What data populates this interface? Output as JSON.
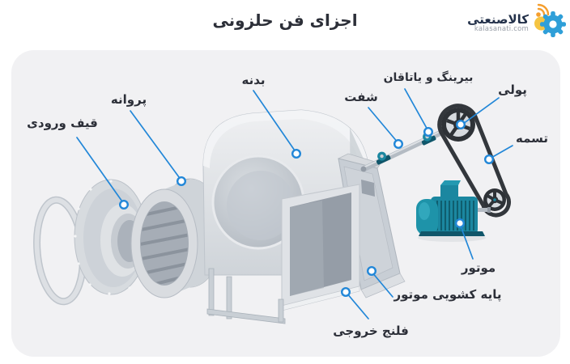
{
  "header": {
    "title": "اجزای فن حلزونی",
    "logo": {
      "brand": "کالاصنعتی",
      "domain": "kalasanati.com"
    }
  },
  "diagram": {
    "subject": "exploded view of a centrifugal (scroll) fan",
    "labels": [
      {
        "id": "inlet-funnel",
        "text": "قیف ورودی"
      },
      {
        "id": "impeller",
        "text": "پروانه"
      },
      {
        "id": "fan-body",
        "text": "بدنه"
      },
      {
        "id": "shaft",
        "text": "شفت"
      },
      {
        "id": "bearing",
        "text": "بیرینگ و یاتاقان"
      },
      {
        "id": "pulley",
        "text": "پولی"
      },
      {
        "id": "belt",
        "text": "تسمه"
      },
      {
        "id": "motor",
        "text": "موتور"
      },
      {
        "id": "motor-slide-base",
        "text": "پایه کشویی موتور"
      },
      {
        "id": "outlet-flange",
        "text": "فلنج خروجی"
      }
    ]
  },
  "colors": {
    "leader_blue": "#2287d8",
    "label_text": "#2c2f38",
    "card_bg": "#f1f1f3",
    "motor_teal": "#1b87a0",
    "logo_blue": "#2f9fd8",
    "logo_yellow": "#f5c442",
    "logo_orange": "#f59e2d"
  }
}
